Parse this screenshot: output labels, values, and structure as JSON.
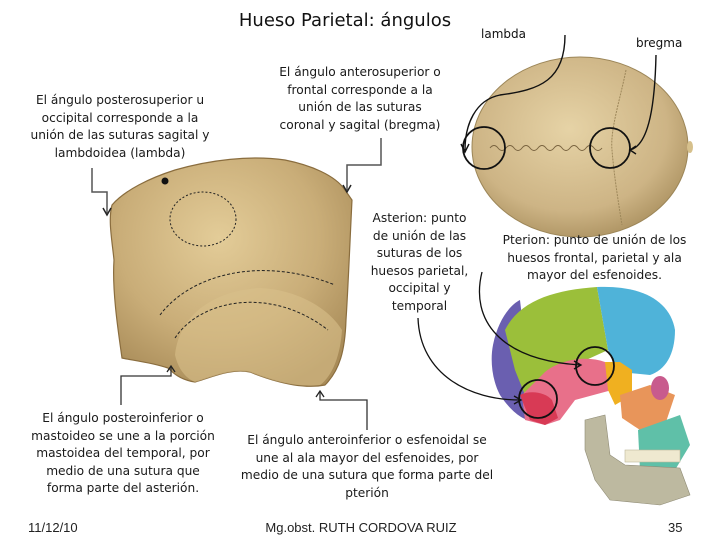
{
  "slide": {
    "title": "Hueso Parietal: ángulos",
    "captions": {
      "posterosuperior": [
        "El ángulo posterosuperior u",
        "occipital corresponde a la",
        "unión de las suturas  sagital y",
        "lambdoidea (lambda)"
      ],
      "anterosuperior": [
        "El ángulo anterosuperior o",
        "frontal corresponde a la",
        "unión de las suturas",
        "coronal y sagital (bregma)"
      ],
      "asterion": [
        "Asterion: punto",
        "de unión de las",
        "suturas de los",
        "huesos parietal,",
        "occipital y",
        "temporal"
      ],
      "pterion": [
        "Pterion: punto de unión  de los",
        "huesos frontal, parietal y ala",
        "mayor del esfenoides."
      ],
      "posteroinferior": [
        "El ángulo posteroinferior o",
        "mastoideo se une a la porción",
        "mastoidea del temporal, por",
        "medio de una sutura que",
        "forma parte del asterión."
      ],
      "anteroinferior": [
        "El ángulo anteroinferior o esfenoidal  se",
        "une al ala mayor del esfenoides, por",
        "medio de una sutura que forma parte del",
        "pterión"
      ]
    },
    "skull_top_labels": {
      "lambda": "lambda",
      "bregma": "bregma"
    },
    "images": {
      "parietal_bone": "parietal-bone-illustration",
      "skull_top_view": "skull-superior-view-illustration",
      "skull_lateral_view": "skull-lateral-colored-illustration"
    },
    "colors": {
      "bone": "#c9ad78",
      "bone_dark": "#9c7f4c",
      "frontal": "#4fb3d9",
      "parietal": "#9bbf3a",
      "temporal": "#e8708a",
      "occipital": "#6a5fb0",
      "sphenoid": "#f0b020",
      "zygomatic": "#e8955a",
      "mandible": "#bdb9a0",
      "maxilla": "#5fc0a8"
    }
  },
  "footer": {
    "date": "11/12/10",
    "author": "Mg.obst. RUTH CORDOVA RUIZ",
    "page_number": "35"
  }
}
